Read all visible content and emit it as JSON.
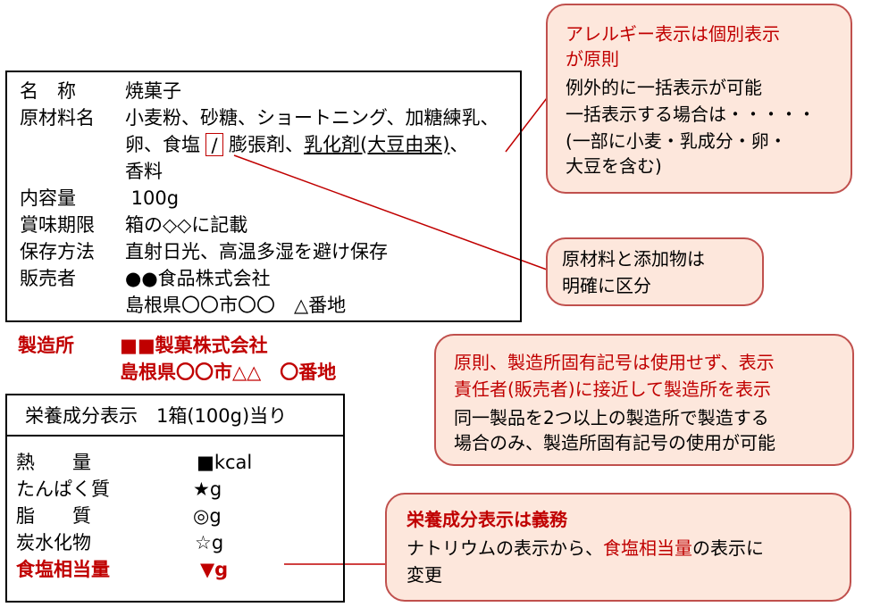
{
  "food_label": {
    "rows": [
      {
        "key": "名　称",
        "value": "焼菓子"
      },
      {
        "key": "原材料名",
        "value_line1": "小麦粉、砂糖、ショートニング、加糖練乳、",
        "value_line2_pre": "卵、食塩",
        "slash": "/",
        "value_line2_mid": "膨張剤、",
        "value_line2_ul": "乳化剤(大豆由来)",
        "value_line2_post": "、",
        "value_line3": "香料"
      },
      {
        "key": "内容量",
        "value": " 100g"
      },
      {
        "key": "賞味期限",
        "value": "箱の◇◇に記載"
      },
      {
        "key": "保存方法",
        "value": "直射日光、高温多湿を避け保存"
      },
      {
        "key": "販売者",
        "value": "●●食品株式会社",
        "value2": "島根県〇〇市〇〇　△番地"
      }
    ]
  },
  "manufacturer": {
    "key": "製造所",
    "name": "■■製菓株式会社",
    "address": "島根県〇〇市△△　〇番地"
  },
  "nutrition": {
    "header": "栄養成分表示　1箱(100g)当り",
    "rows": [
      {
        "name": "熱　　量",
        "value": "■kcal"
      },
      {
        "name": "たんぱく質",
        "value": "★g"
      },
      {
        "name": "脂　　質",
        "value": "◎g"
      },
      {
        "name": "炭水化物",
        "value": "☆g"
      },
      {
        "name": "食塩相当量",
        "value": "▼g"
      }
    ]
  },
  "callouts": {
    "allergy": {
      "title1": "アレルギー表示は個別表示",
      "title2": "が原則",
      "l1": "例外的に一括表示が可能",
      "l2": "一括表示する場合は・・・・・",
      "l3": "(一部に小麦・乳成分・卵・",
      "l4": "大豆を含む)"
    },
    "separation": {
      "l1": "原材料と添加物は",
      "l2": "明確に区分"
    },
    "plant": {
      "l1": "原則、製造所固有記号は使用せず、表示",
      "l2": "責任者(販売者)に接近して製造所を表示",
      "l3": "同一製品を2つ以上の製造所で製造する",
      "l4": "場合のみ、製造所固有記号の使用が可能"
    },
    "nutrition_note": {
      "l1": "栄養成分表示は義務",
      "l2_pre": "ナトリウムの表示から、",
      "l2_red": "食塩相当量",
      "l2_post": "の表示に",
      "l3": "変更"
    }
  },
  "colors": {
    "accent_red": "#c00000",
    "callout_fill": "#fde7dc",
    "callout_border": "#c0504d"
  }
}
